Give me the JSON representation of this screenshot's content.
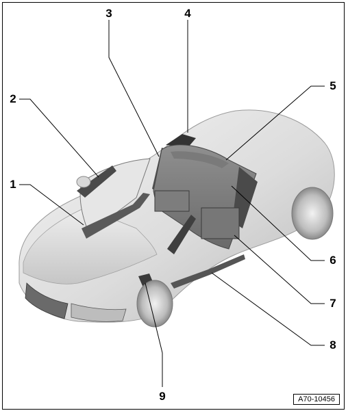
{
  "figure_id": "A70-10456",
  "callouts": [
    "1",
    "2",
    "3",
    "4",
    "5",
    "6",
    "7",
    "8",
    "9"
  ],
  "colors": {
    "body_light": "#ececec",
    "body_mid": "#cfcfcf",
    "body_dark": "#9a9a9a",
    "trim": "#555555",
    "line": "#000000"
  }
}
